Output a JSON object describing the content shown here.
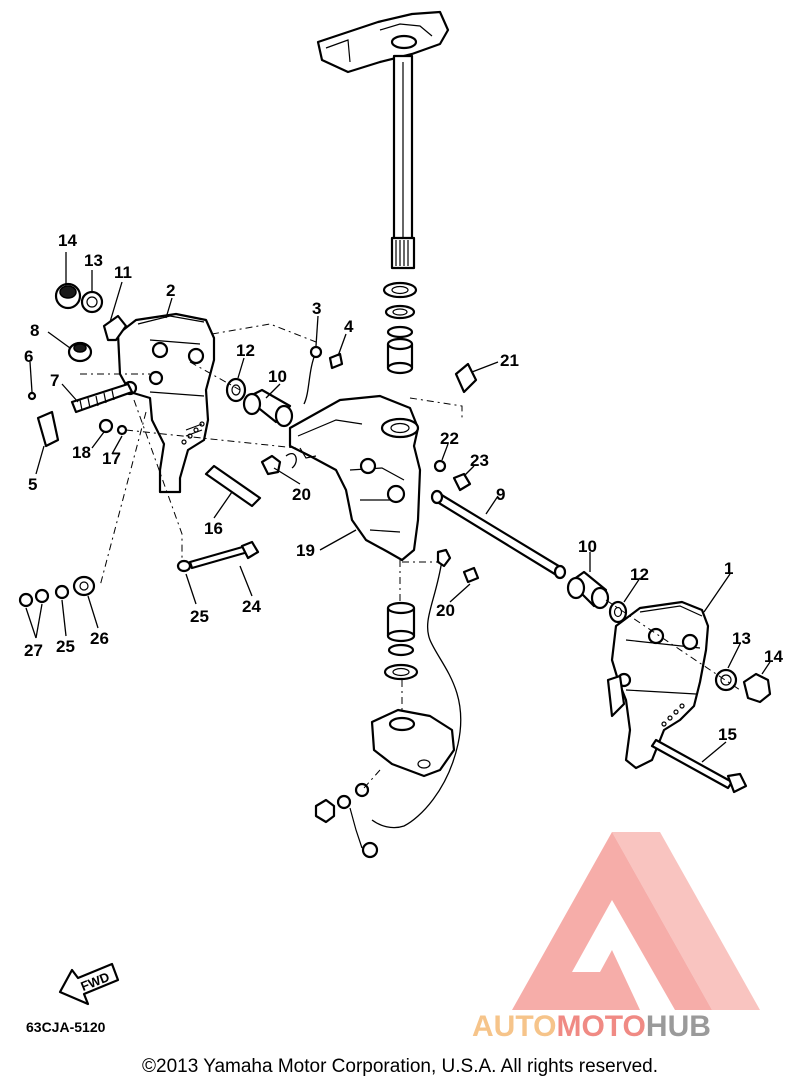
{
  "diagram": {
    "drawing_code": "63CJA-5120",
    "fwd_label": "FWD",
    "copyright": "©2013 Yamaha Motor Corporation, U.S.A. All rights reserved.",
    "callouts": [
      {
        "id": "c14a",
        "label": "14"
      },
      {
        "id": "c13a",
        "label": "13"
      },
      {
        "id": "c11",
        "label": "11"
      },
      {
        "id": "c2",
        "label": "2"
      },
      {
        "id": "c3",
        "label": "3"
      },
      {
        "id": "c4",
        "label": "4"
      },
      {
        "id": "c8",
        "label": "8"
      },
      {
        "id": "c6",
        "label": "6"
      },
      {
        "id": "c7",
        "label": "7"
      },
      {
        "id": "c12a",
        "label": "12"
      },
      {
        "id": "c10a",
        "label": "10"
      },
      {
        "id": "c21",
        "label": "21"
      },
      {
        "id": "c18",
        "label": "18"
      },
      {
        "id": "c17",
        "label": "17"
      },
      {
        "id": "c5",
        "label": "5"
      },
      {
        "id": "c22",
        "label": "22"
      },
      {
        "id": "c23",
        "label": "23"
      },
      {
        "id": "c20a",
        "label": "20"
      },
      {
        "id": "c9",
        "label": "9"
      },
      {
        "id": "c16",
        "label": "16"
      },
      {
        "id": "c19",
        "label": "19"
      },
      {
        "id": "c10b",
        "label": "10"
      },
      {
        "id": "c1",
        "label": "1"
      },
      {
        "id": "c12b",
        "label": "12"
      },
      {
        "id": "c25a",
        "label": "25"
      },
      {
        "id": "c24",
        "label": "24"
      },
      {
        "id": "c20b",
        "label": "20"
      },
      {
        "id": "c27",
        "label": "27"
      },
      {
        "id": "c25b",
        "label": "25"
      },
      {
        "id": "c26",
        "label": "26"
      },
      {
        "id": "c13b",
        "label": "13"
      },
      {
        "id": "c14b",
        "label": "14"
      },
      {
        "id": "c15",
        "label": "15"
      }
    ]
  },
  "watermark": {
    "word_a": "AUTO",
    "word_b": "MOTO",
    "word_c": "HUB",
    "color_a": "#f6c48a",
    "color_b": "#f08a84",
    "color_c": "#9a9a9a",
    "logo_color": "#f27f78"
  }
}
